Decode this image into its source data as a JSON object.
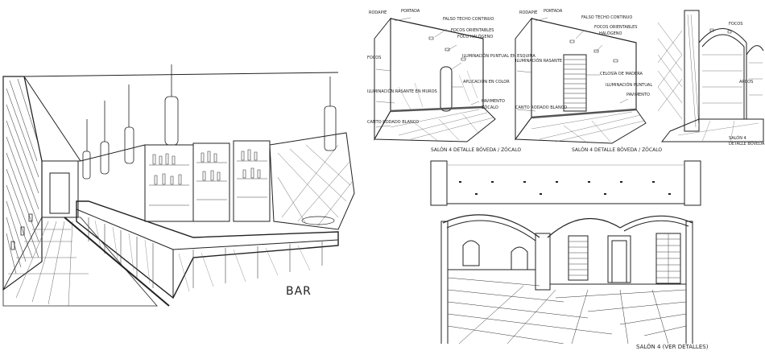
{
  "bar_sketch": {
    "label": "BAR"
  },
  "detail_left": {
    "labels": [
      "RODAPIÉ",
      "PORTADA",
      "FALSO TECHO CONTINUO",
      "FOCOS ORIENTABLES",
      "FOCO HALÓGENO",
      "ILUMINACIÓN PUNTUAL EN ESQUINA",
      "PAVIMENTO",
      "ILUMINACIÓN RASANTE EN MUROS",
      "APLICACIÓN EN COLOR",
      "FOCOS",
      "CANTO RODADO BLANCO",
      "ZÓCALO"
    ]
  },
  "detail_mid": {
    "labels": [
      "RODAPIÉ",
      "PORTADA",
      "FALSO TECHO CONTINUO",
      "FOCOS ORIENTABLES",
      "HALÓGENO",
      "CELOSÍA DE MADERA",
      "ILUMINACIÓN PUNTUAL",
      "CANTO RODADO BLANCO",
      "PAVIMENTO",
      "ILUMINACIÓN RASANTE"
    ]
  },
  "detail_right": {
    "labels": [
      "FOCOS",
      "ARCOS",
      "SALÓN 4",
      "DETALLE BÓVEDA"
    ]
  },
  "captions": {
    "left": "SALÓN 4 DETALLE BÓVEDA / ZÓCALO",
    "mid": "SALÓN 4 DETALLE BÓVEDA / ZÓCALO",
    "main": "SALÓN 4 (VER DETALLES)"
  }
}
